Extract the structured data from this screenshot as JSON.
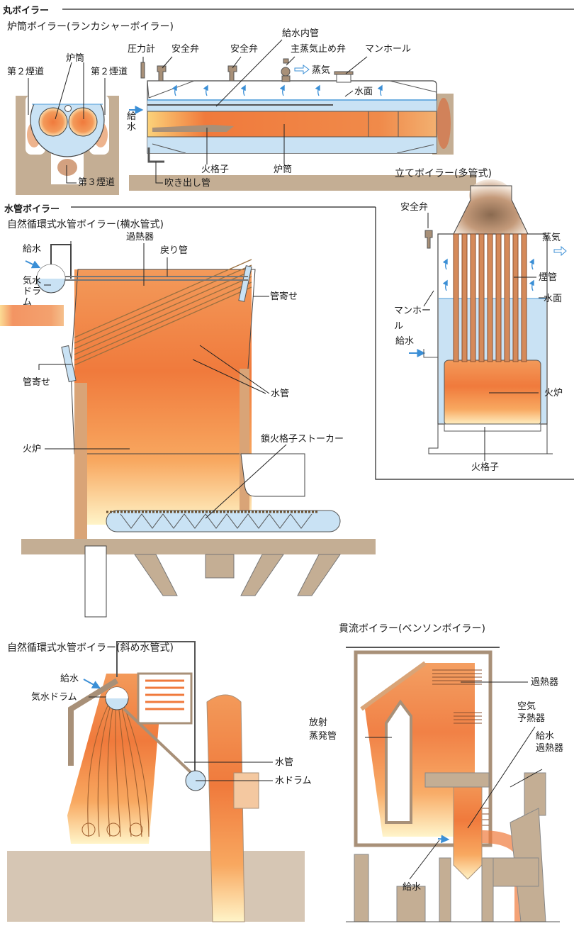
{
  "colors": {
    "flame": "#f07a3c",
    "flame_light": "#fbd27a",
    "water": "#c9e2f4",
    "water_line": "#4a9ad8",
    "masonry": "#c4ae94",
    "brick": "#d9a477",
    "arrow": "#3b8fd6",
    "line": "#2a2a2a"
  },
  "sections": {
    "round_boiler": "丸ボイラー",
    "water_tube_boiler": "水管ボイラー"
  },
  "lancashire": {
    "title": "炉筒ボイラー(ランカシャーボイラー)",
    "labels": {
      "flue_tube": "炉筒",
      "second_flue_left": "第２煙道",
      "second_flue_right": "第２煙道",
      "third_flue": "第３煙道",
      "pressure_gauge": "圧力計",
      "safety_valve_1": "安全弁",
      "safety_valve_2": "安全弁",
      "feed_inner_pipe": "給水内管",
      "main_steam_valve": "主蒸気止め弁",
      "manhole": "マンホール",
      "steam": "蒸気",
      "water_level": "水面",
      "feed_water": "給水",
      "grate": "火格子",
      "flue_tube_side": "炉筒",
      "blowdown_pipe": "吹き出し管"
    }
  },
  "vertical": {
    "title": "立てボイラー(多管式)",
    "labels": {
      "safety_valve": "安全弁",
      "steam": "蒸気",
      "smoke_tube": "煙管",
      "water_level": "水面",
      "manhole": "マンホール",
      "feed_water": "給水",
      "furnace": "火炉",
      "grate": "火格子"
    }
  },
  "horizontal_tube": {
    "title": "自然循環式水管ボイラー(横水管式)",
    "labels": {
      "feed_water": "給水",
      "superheater": "過熱器",
      "return_pipe": "戻り管",
      "steam_drum": "気水ドラム",
      "header_right": "管寄せ",
      "header_left": "管寄せ",
      "water_tube": "水管",
      "furnace": "火炉",
      "chain_grate_stoker": "鎖火格子ストーカー"
    }
  },
  "inclined_tube": {
    "title": "自然循環式水管ボイラー(斜め水管式)",
    "labels": {
      "feed_water": "給水",
      "steam_drum": "気水ドラム",
      "water_tube": "水管",
      "water_drum": "水ドラム"
    }
  },
  "benson": {
    "title": "貫流ボイラー(ベンソンボイラー)",
    "labels": {
      "superheater": "過熱器",
      "air_preheater": "空気\n予熱器",
      "feed_superheater": "給水\n過熱器",
      "radiant_evaporator": "放射\n蒸発管",
      "feed_water": "給水"
    }
  }
}
